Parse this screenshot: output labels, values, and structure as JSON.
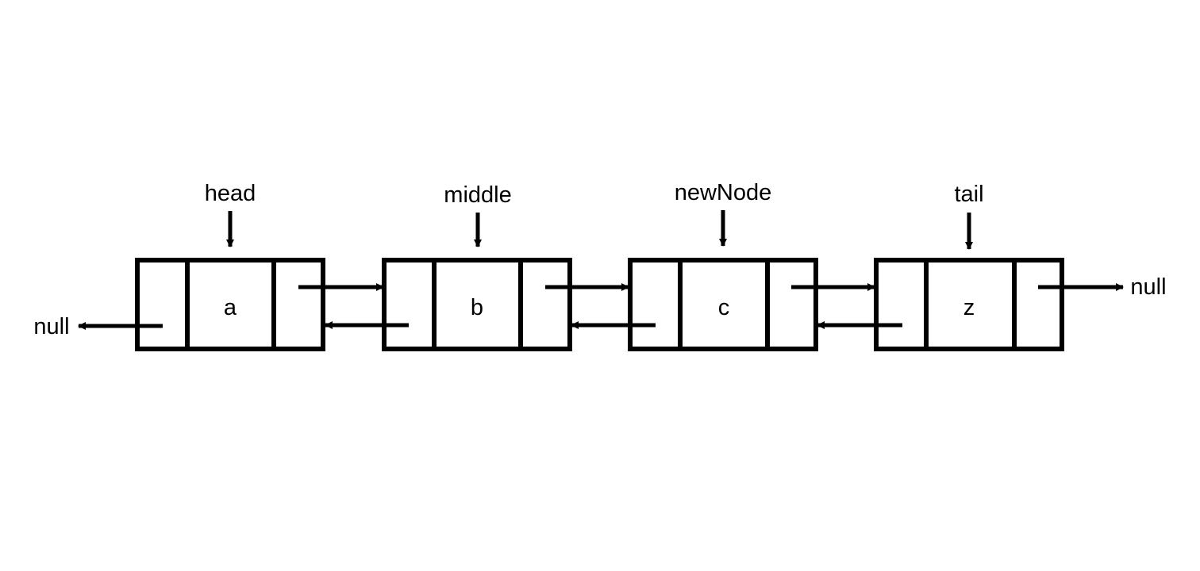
{
  "nodes": [
    {
      "pointer_label": "head",
      "value": "a"
    },
    {
      "pointer_label": "middle",
      "value": "b"
    },
    {
      "pointer_label": "newNode",
      "value": "c"
    },
    {
      "pointer_label": "tail",
      "value": "z"
    }
  ],
  "null_left": "null",
  "null_right": "null",
  "colors": {
    "stroke": "#000000",
    "background": "#ffffff"
  }
}
